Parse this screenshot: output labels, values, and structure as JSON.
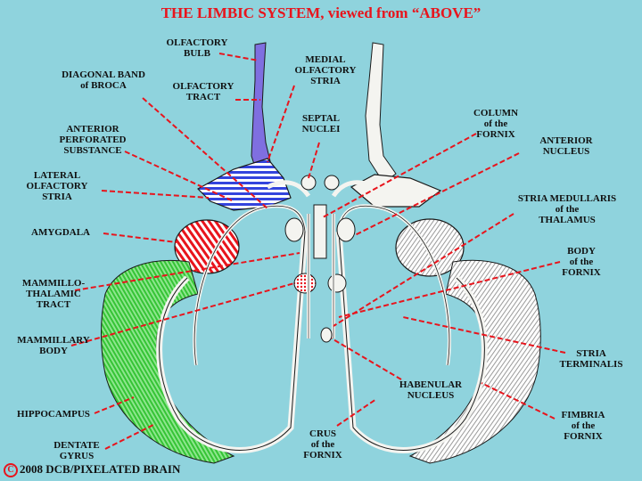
{
  "title": "THE LIMBIC SYSTEM, viewed from “ABOVE”",
  "labels": {
    "olfactory_bulb": "OLFACTORY\nBULB",
    "medial_olfactory_stria": "MEDIAL\nOLFACTORY\nSTRIA",
    "diagonal_band": "DIAGONAL BAND\nof BROCA",
    "olfactory_tract": "OLFACTORY\nTRACT",
    "column_fornix": "COLUMN\nof the\nFORNIX",
    "anterior_nucleus": "ANTERIOR\nNUCLEUS",
    "anterior_perforated": "ANTERIOR\nPERFORATED\nSUBSTANCE",
    "septal_nuclei": "SEPTAL\nNUCLEI",
    "lateral_olfactory_stria": "LATERAL\nOLFACTORY\nSTRIA",
    "stria_medullaris": "STRIA MEDULLARIS\nof the\nTHALAMUS",
    "amygdala": "AMYGDALA",
    "body_fornix": "BODY\nof the\nFORNIX",
    "mammillothalamic": "MAMMILLO-\nTHALAMIC\nTRACT",
    "mammillary_body": "MAMMILLARY\nBODY",
    "stria_terminalis": "STRIA\nTERMINALIS",
    "habenular": "HABENULAR\nNUCLEUS",
    "hippocampus": "HIPPOCAMPUS",
    "fimbria": "FIMBRIA\nof the\nFORNIX",
    "crus_fornix": "CRUS\nof the\nFORNIX",
    "dentate_gyrus": "DENTATE\nGYRUS"
  },
  "credit": "2008  DCB/PIXELATED BRAIN",
  "credit_symbol": "C",
  "colors": {
    "background": "#8fd3dd",
    "title": "#e8141c",
    "leader": "#e8141c",
    "olfactory": "#7f6fe0",
    "perforated": "#3344dd",
    "amygdala": "#e8141c",
    "hippocampus": "#3fd93f",
    "structure": "#f4f4f0",
    "outline": "#1a1a1a"
  }
}
